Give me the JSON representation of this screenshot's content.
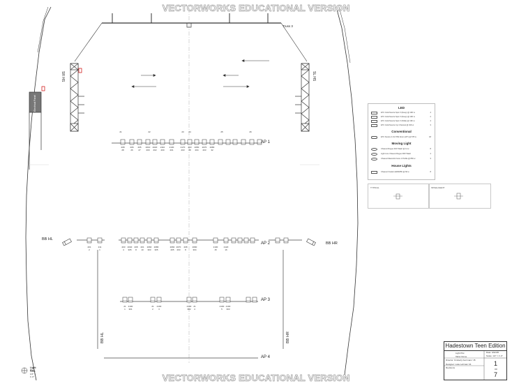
{
  "watermark": {
    "top": "VECTORWORKS EDUCATIONAL VERSION",
    "bottom": "VECTORWORKS EDUCATIONAL VERSION"
  },
  "plot": {
    "truss_label": "Truss 3",
    "sr_label": "SR HS",
    "sl_label": "SL HS",
    "electrical_panel": "Electrical Panel",
    "pipes": [
      {
        "label": "AP 1"
      },
      {
        "label": "AP 2"
      },
      {
        "label": "AP 3"
      },
      {
        "label": "AP 4"
      }
    ],
    "box_booms": {
      "left": "BB HL",
      "right": "BB HR",
      "left_vertical": "BB HL",
      "right_vertical": "BB HR"
    },
    "ap1_channels": [
      "208\n28",
      "206\n26",
      "205\n27",
      "2010\n200",
      "2020\n202",
      "2110\n200",
      "2130\n201",
      "2170\n203",
      "203\n28",
      "2050\n204",
      "2070\n203",
      "2080\n32"
    ],
    "ap2_channels": [
      "201\n2",
      "211\n1",
      "203\n4",
      "2040\n305",
      "208\n8",
      "201\n10",
      "2060\n303",
      "2080\n305",
      "2060\n205",
      "2070\n203",
      "208\n8",
      "2090\n304",
      "2100\n15",
      "2120\n16"
    ],
    "ap3_channels": [
      "21\n1",
      "2100\n301",
      "21\n2",
      "2100\n3",
      "2100\n302",
      "21\n4",
      "2100\n5",
      "2100\n303"
    ]
  },
  "legend": {
    "led_header": "LED",
    "led_items": [
      {
        "text": "ETC ColorSource Spot V (Deep) @ 19K w",
        "count": "4"
      },
      {
        "text": "ETC ColorSource Spot V (Deep) @ 19K w",
        "count": "2"
      },
      {
        "text": "ETC ColorSource Spot V (Wide) @ 19K w",
        "count": "4"
      },
      {
        "text": "ETC ColorSource Cyc Channel @ 19K w",
        "count": "3"
      }
    ],
    "conv_header": "Conventional",
    "conv_items": [
      {
        "text": "ETC Source 4 19-70W Zoom (26°) @ 575 w",
        "count": "18"
      }
    ],
    "moving_header": "Moving Light",
    "moving_items": [
      {
        "text": "Chauvet Rogue R1X Wash @ 11 w",
        "count": "8"
      },
      {
        "text": "Light Line Chauvet Rogue R2X Wash",
        "count": "4"
      },
      {
        "text": "Chauvet Maverick Force 2 Profile @ 850 w",
        "count": "3"
      }
    ],
    "house_header": "House Lights",
    "house_items": [
      {
        "text": "Chauvet Ovation E260WW @ 60 w",
        "count": "8"
      }
    ]
  },
  "key_boxes": {
    "typical": "TYPICAL",
    "intelligent": "INTELLIGENT"
  },
  "title_block": {
    "show": "Hadestown Teen Edition",
    "sheet": "Light Plot",
    "venue": "Tabor Dome",
    "director": "Director: Kimberly Kerrmann '15",
    "designer": "Designer: Luke Lehman '21",
    "revisions": "Revisions",
    "date_label": "Date:",
    "date_value": "3/22/25",
    "scale_label": "Scale:",
    "scale_value": "1/2\" = 1'-0\"",
    "sheet_number": "1",
    "of": "OF",
    "total_sheets": "7"
  },
  "inset": {
    "title": "Light Plot",
    "scale": "Scale: 1/2\" = 1'-0\""
  }
}
